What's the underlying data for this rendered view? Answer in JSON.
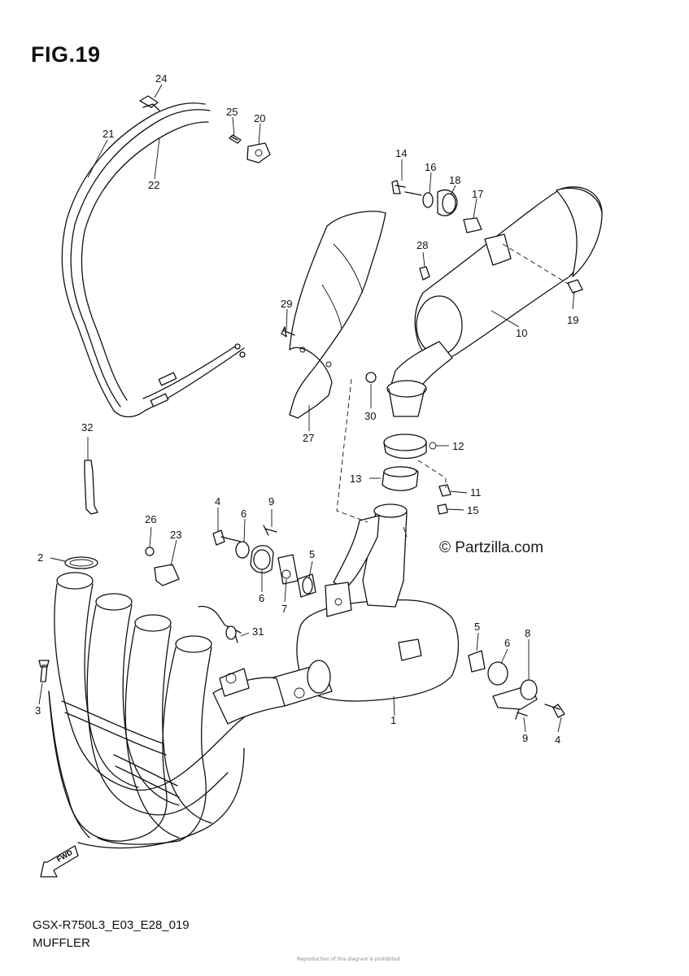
{
  "figure": {
    "title": "FIG.19",
    "code": "GSX-R750L3_E03_E28_019",
    "name": "MUFFLER",
    "watermark": "© Partzilla.com",
    "fwd_label": "FWD",
    "footnote": "Reproduction of this diagram is prohibited"
  },
  "callouts": [
    "1",
    "2",
    "3",
    "4",
    "5",
    "6",
    "7",
    "8",
    "9",
    "10",
    "11",
    "12",
    "13",
    "14",
    "15",
    "16",
    "17",
    "18",
    "19",
    "20",
    "21",
    "22",
    "23",
    "24",
    "25",
    "26",
    "27",
    "28",
    "29",
    "30",
    "31",
    "32"
  ]
}
